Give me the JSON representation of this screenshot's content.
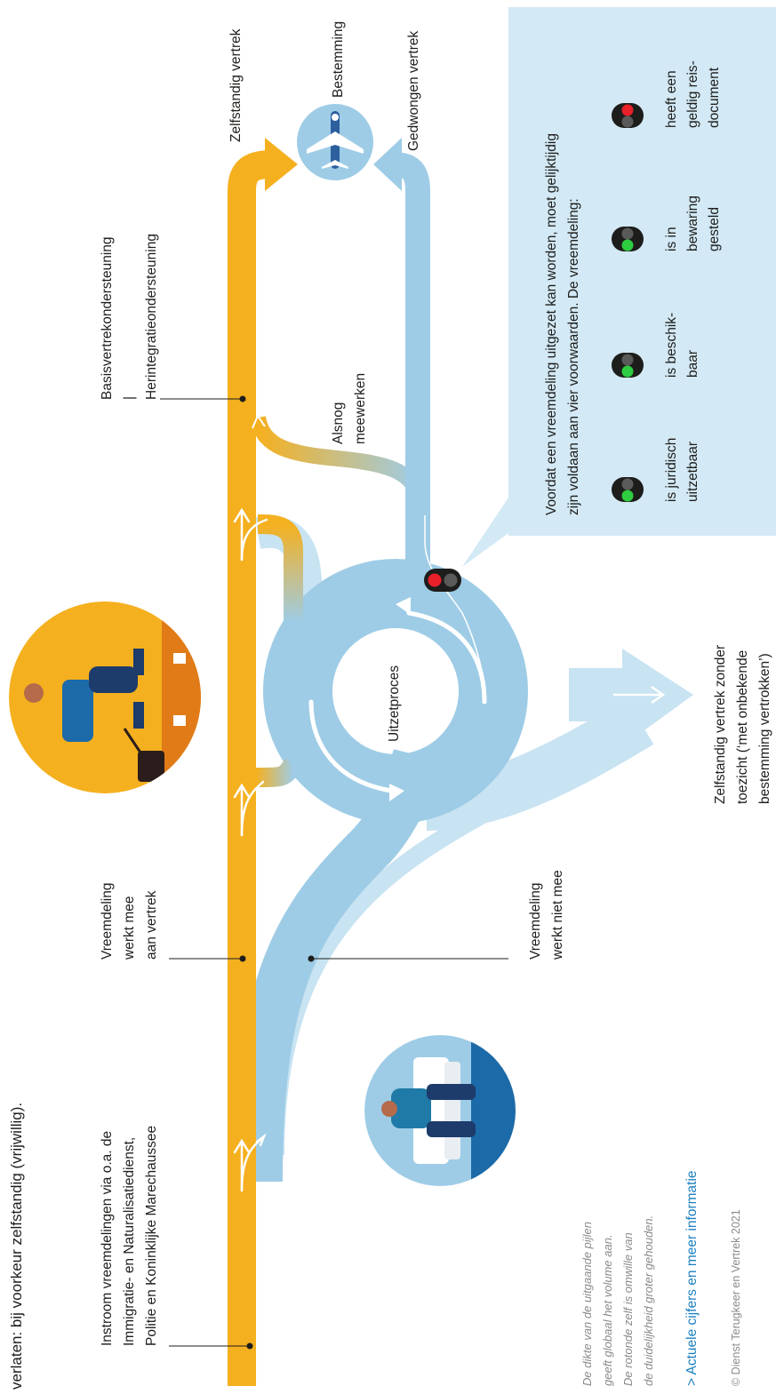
{
  "header": {
    "intro_text": "verlaten: bij voorkeur zelfstandig (vrijwillig)."
  },
  "labels": {
    "instroom": [
      "Instroom vreemdelingen via o.a. de",
      "Immigratie- en Naturalisatiedienst,",
      "Politie en Koninklijke Marechaussee"
    ],
    "werkt_mee": [
      "Vreemdeling",
      "werkt mee",
      "aan vertrek"
    ],
    "werkt_niet_mee": [
      "Vreemdeling",
      "werkt niet mee"
    ],
    "basis": "Basisvertrekondersteuning",
    "separator": "|",
    "herintegratie": "Herintegratieondersteuning",
    "alsnog": [
      "Alsnog",
      "meewerken"
    ],
    "zelfstandig_vertrek": "Zelfstandig vertrek",
    "gedwongen_vertrek": "Gedwongen vertrek",
    "bestemming": "Bestemming",
    "uitzetproces": "Uitzetproces",
    "zonder_toezicht": [
      "Zelfstandig vertrek zonder",
      "toezicht (‘met onbekende",
      "bestemming vertrokken’)"
    ]
  },
  "conditions_panel": {
    "intro": [
      "Voordat een vreemdeling uitgezet kan worden, moet gelijktijdig",
      "zijn voldaan aan vier voorwaarden. De vreemdeling:"
    ],
    "conditions": [
      {
        "lines": [
          "is juridisch",
          "uitzetbaar"
        ],
        "status": "green"
      },
      {
        "lines": [
          "is beschik-",
          "baar"
        ],
        "status": "green"
      },
      {
        "lines": [
          "is in",
          "bewaring",
          "gesteld"
        ],
        "status": "green"
      },
      {
        "lines": [
          "heeft een",
          "geldig reis-",
          "document"
        ],
        "status": "red"
      }
    ]
  },
  "footnote": [
    "De dikte van de uitgaande pijlen",
    "geeft globaal het volume aan.",
    "De rotonde zelf is omwille van",
    "de duidelijkheid groter gehouden."
  ],
  "more_info_link": "> Actuele cijfers en meer informatie",
  "copyright": "© Dienst Terugkeer en Vertrek 2021",
  "icons": [
    "airplane-icon",
    "traffic-light-icon",
    "person-walking-with-suitcase-illustration",
    "person-sitting-on-bench-illustration"
  ],
  "colors": {
    "voluntary": "#f5b01f",
    "forced": "#9ecce6",
    "panel": "#d3e9f5",
    "light_green": "#2ecc40",
    "light_red": "#e8202a",
    "link": "#1a7fc1"
  }
}
